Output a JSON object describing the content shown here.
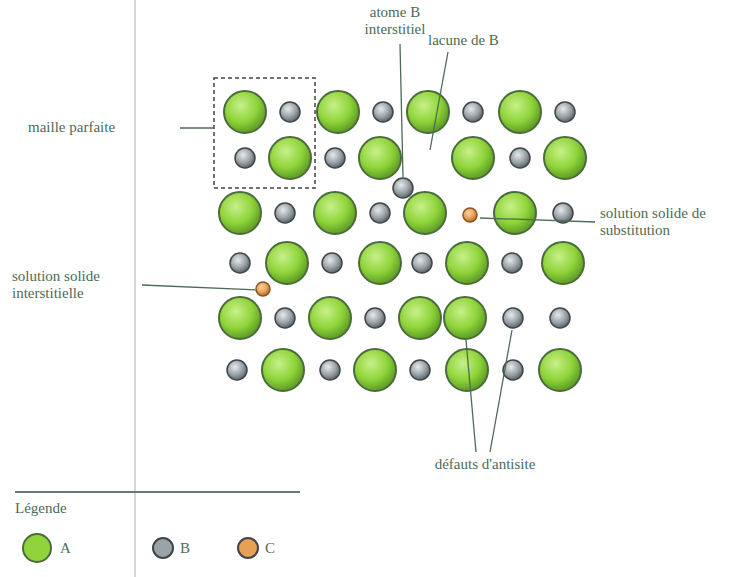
{
  "diagram": {
    "labels": [
      "maille parfaite",
      "atome B interstitiel",
      "lacune de B",
      "solution solide de substitution",
      "solution solide interstitielle",
      "défauts d'antisite",
      "Légende"
    ],
    "legend": [
      {
        "text": "A",
        "color": "#8fd43a"
      },
      {
        "text": "B",
        "color": "#9aa3a8"
      },
      {
        "text": "C",
        "color": "#e8a055"
      }
    ]
  }
}
